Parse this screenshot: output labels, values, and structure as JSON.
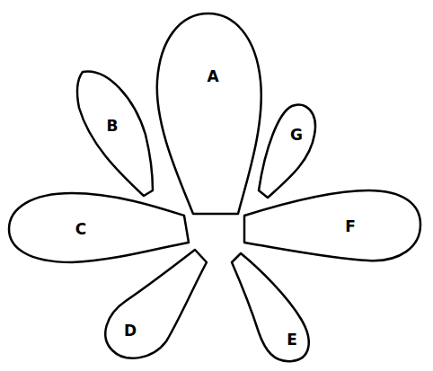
{
  "diagram": {
    "nodes": [
      {
        "text": [
          "A"
        ]
      },
      {
        "text": [
          "B"
        ]
      },
      {
        "text": [
          "G"
        ]
      },
      {
        "text": [
          "C"
        ]
      },
      {
        "text": [
          "F"
        ]
      },
      {
        "text": [
          "D"
        ]
      },
      {
        "text": [
          "E"
        ]
      }
    ]
  }
}
